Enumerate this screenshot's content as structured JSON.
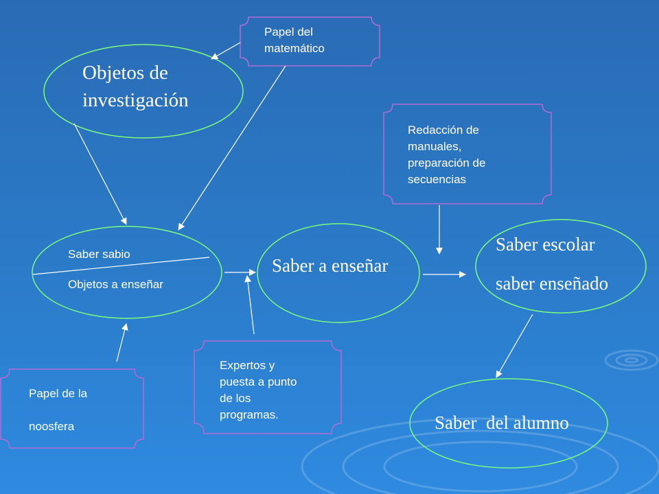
{
  "nodes": {
    "objetos_investigacion": "Objetos de\ninvestigación",
    "saber_sabio": "Saber sabio",
    "objetos_ensenar": "Objetos a enseñar",
    "saber_a_ensenar": "Saber a enseñar",
    "saber_escolar": "Saber escolar",
    "saber_ensenado": "saber enseñado",
    "saber_alumno": "Saber  del alumno"
  },
  "boxes": {
    "papel_matematico": "Papel del\nmatemático",
    "redaccion": "Redacción de\nmanuales,\npreparación de\nsecuencias",
    "papel_noosfera": "Papel de la\n\nnoosfera",
    "expertos": "Expertos y\npuesta a punto\nde los\nprogramas."
  },
  "colors": {
    "background": "#2b7bc9",
    "node_stroke": "#7CFC7C",
    "box_stroke": "#b36bd6",
    "text": "#ffffff",
    "arrow": "#ffffff"
  }
}
